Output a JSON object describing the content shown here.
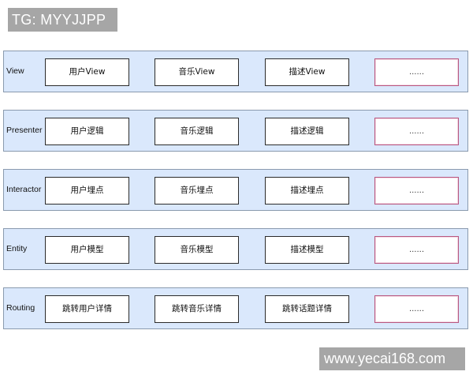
{
  "watermarks": {
    "top_left": "TG: MYYJJPP",
    "bottom_right": "www.yecai168.com"
  },
  "colors": {
    "layer_fill": "#dae8fc",
    "layer_border": "#8a9aae",
    "module_border": "#2b2b2b",
    "placeholder_border": "#b8577f",
    "watermark_bg": "#a6a6a6"
  },
  "layers": [
    {
      "label": "View",
      "modules": [
        "用户View",
        "音乐View",
        "描述View",
        "......"
      ]
    },
    {
      "label": "Presenter",
      "modules": [
        "用户逻辑",
        "音乐逻辑",
        "描述逻辑",
        "......"
      ]
    },
    {
      "label": "Interactor",
      "modules": [
        "用户埋点",
        "音乐埋点",
        "描述埋点",
        "......"
      ]
    },
    {
      "label": "Entity",
      "modules": [
        "用户模型",
        "音乐模型",
        "描述模型",
        "......"
      ]
    },
    {
      "label": "Routing",
      "modules": [
        "跳转用户详情",
        "跳转音乐详情",
        "跳转话题详情",
        "......"
      ]
    }
  ]
}
